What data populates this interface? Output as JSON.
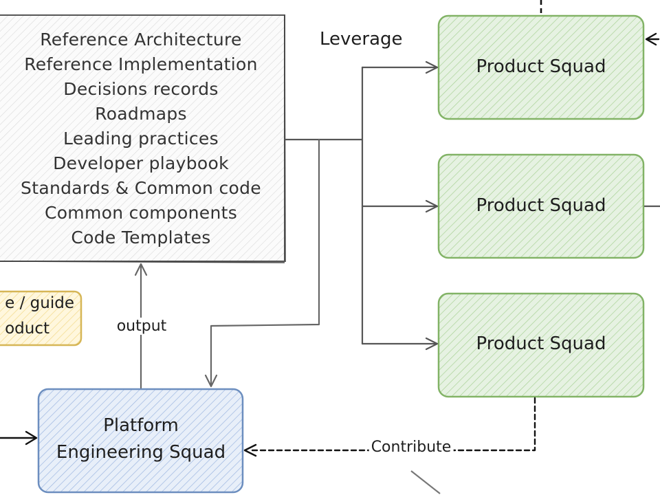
{
  "reference_box": {
    "items": [
      "Reference Architecture",
      "Reference Implementation",
      "Decisions records",
      "Roadmaps",
      "Leading practices",
      "Developer playbook",
      "Standards & Common code",
      "Common components",
      "Code Templates"
    ]
  },
  "labels": {
    "leverage": "Leverage",
    "output": "output",
    "contribute": "Contribute"
  },
  "squads": [
    {
      "label": "Product Squad"
    },
    {
      "label": "Product Squad"
    },
    {
      "label": "Product Squad"
    }
  ],
  "platform": {
    "line1": "Platform",
    "line2": "Engineering Squad"
  },
  "note": {
    "line1": "e / guide",
    "line2": "oduct"
  },
  "colors": {
    "green_stroke": "#82b366",
    "green_fill": "#d5e8d4",
    "blue_stroke": "#6c8ebf",
    "blue_fill": "#dae8fc",
    "yellow_stroke": "#d6b656",
    "yellow_fill": "#fff2cc",
    "grey_stroke": "#555555"
  }
}
